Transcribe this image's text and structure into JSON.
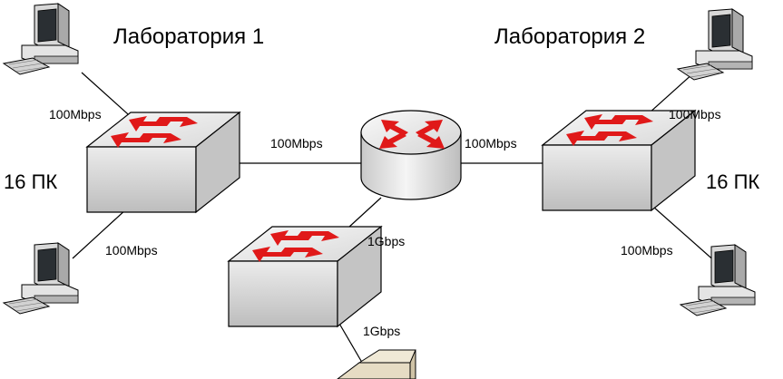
{
  "labs": [
    {
      "title": "Лаборатория 1",
      "pc_count": "16 ПК"
    },
    {
      "title": "Лаборатория 2",
      "pc_count": "16 ПК"
    }
  ],
  "links": {
    "lab1_top_pc": "100Mbps",
    "lab1_bottom_pc": "100Mbps",
    "lab1_router": "100Mbps",
    "router_lab2": "100Mbps",
    "lab2_top_pc": "100Mbps",
    "lab2_bottom_pc": "100Mbps",
    "router_core": "1Gbps",
    "core_server": "1Gbps"
  },
  "colors": {
    "arrow": "#e01919",
    "device_light": "#f4f4f4",
    "device_mid": "#d6d6d6",
    "device_dark": "#b8b8b8",
    "server": "#e6dcc4"
  }
}
